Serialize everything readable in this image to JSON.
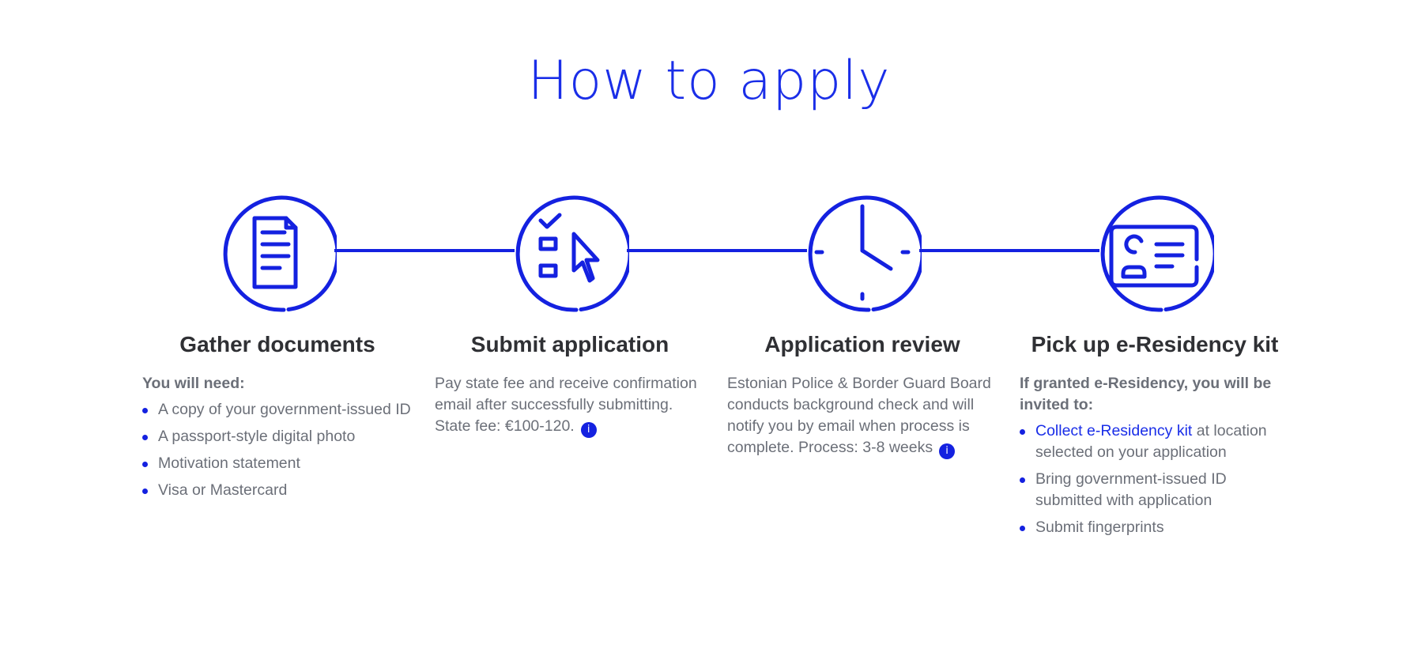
{
  "page": {
    "title": "How to apply"
  },
  "colors": {
    "accent": "#1421e0",
    "heading": "#2f3034",
    "body_text": "#6b6f78"
  },
  "steps": [
    {
      "icon": "document-icon",
      "title": "Gather documents",
      "lead": "You will need:",
      "items": [
        "A copy of your government-issued ID",
        "A passport-style digital photo",
        "Motivation statement",
        "Visa or Mastercard"
      ]
    },
    {
      "icon": "checklist-cursor-icon",
      "title": "Submit application",
      "body": "Pay state fee and receive confirmation email after successfully submitting. State fee: €100-120.",
      "info": "i"
    },
    {
      "icon": "clock-icon",
      "title": "Application review",
      "body": "Estonian Police & Border Guard Board conducts background check and will notify you by email when process is complete. Process: 3-8 weeks",
      "info": "i"
    },
    {
      "icon": "id-card-icon",
      "title": "Pick up e-Residency kit",
      "lead": "If granted e-Residency, you will be invited to:",
      "item1_link": "Collect e-Residency kit",
      "item1_rest": " at location selected on your application",
      "items": [
        "Bring government-issued ID submitted with application",
        "Submit fingerprints"
      ]
    }
  ]
}
